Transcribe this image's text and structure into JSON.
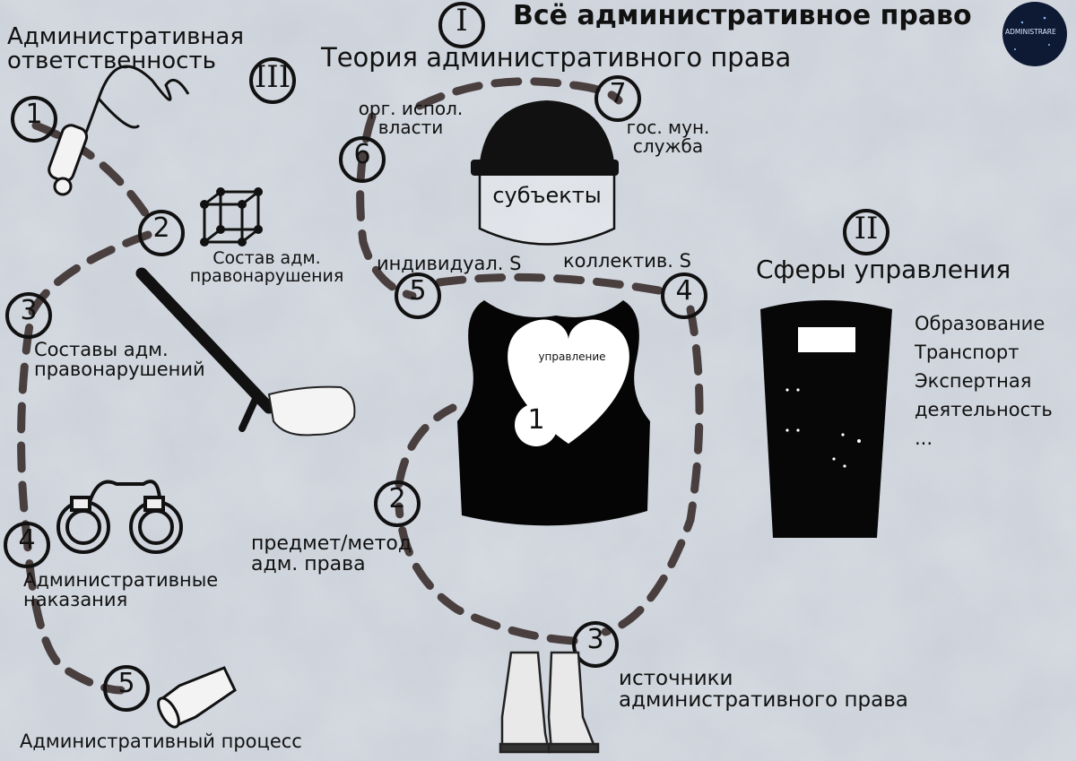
{
  "title": "Всё административное право",
  "logo_text": "ADMINISTRARE",
  "part1": {
    "numeral": "I",
    "title": "Теория административного права",
    "helmet_label": "субъекты",
    "heart_label": "управление",
    "topics": [
      {
        "num": "1",
        "label": ""
      },
      {
        "num": "2",
        "label": "предмет/метод\nадм. права"
      },
      {
        "num": "3",
        "label": "источники\nадминистративного права"
      },
      {
        "num": "4",
        "label": "коллектив. S"
      },
      {
        "num": "5",
        "label": "индивидуал. S"
      },
      {
        "num": "6",
        "label": "орг. испол.\nвласти"
      },
      {
        "num": "7",
        "label": "гос. мун.\nслужба"
      }
    ]
  },
  "part2": {
    "numeral": "II",
    "title": "Сферы управления",
    "items": [
      "Образование",
      "Транспорт",
      "Экспертная",
      "деятельность",
      "..."
    ]
  },
  "part3": {
    "numeral": "III",
    "title": "Административная\nответственность",
    "topics": [
      {
        "num": "1",
        "label": ""
      },
      {
        "num": "2",
        "label": "Состав адм.\nправонарушения"
      },
      {
        "num": "3",
        "label": "Составы адм.\nправонарушений"
      },
      {
        "num": "4",
        "label": "Административные\nнаказания"
      },
      {
        "num": "5",
        "label": "Административный процесс"
      }
    ]
  },
  "icons": [
    "whip-icon",
    "crystal-lattice-icon",
    "baton-icon",
    "handcuffs-icon",
    "flashlight-icon",
    "helmet-icon",
    "vest-icon",
    "heart-icon",
    "boots-icon",
    "riot-shield-icon"
  ],
  "colors": {
    "background": "#c9d0d8",
    "dash": "#4a3f3f",
    "ink": "#111111",
    "logo_bg": "#0e1a33"
  }
}
